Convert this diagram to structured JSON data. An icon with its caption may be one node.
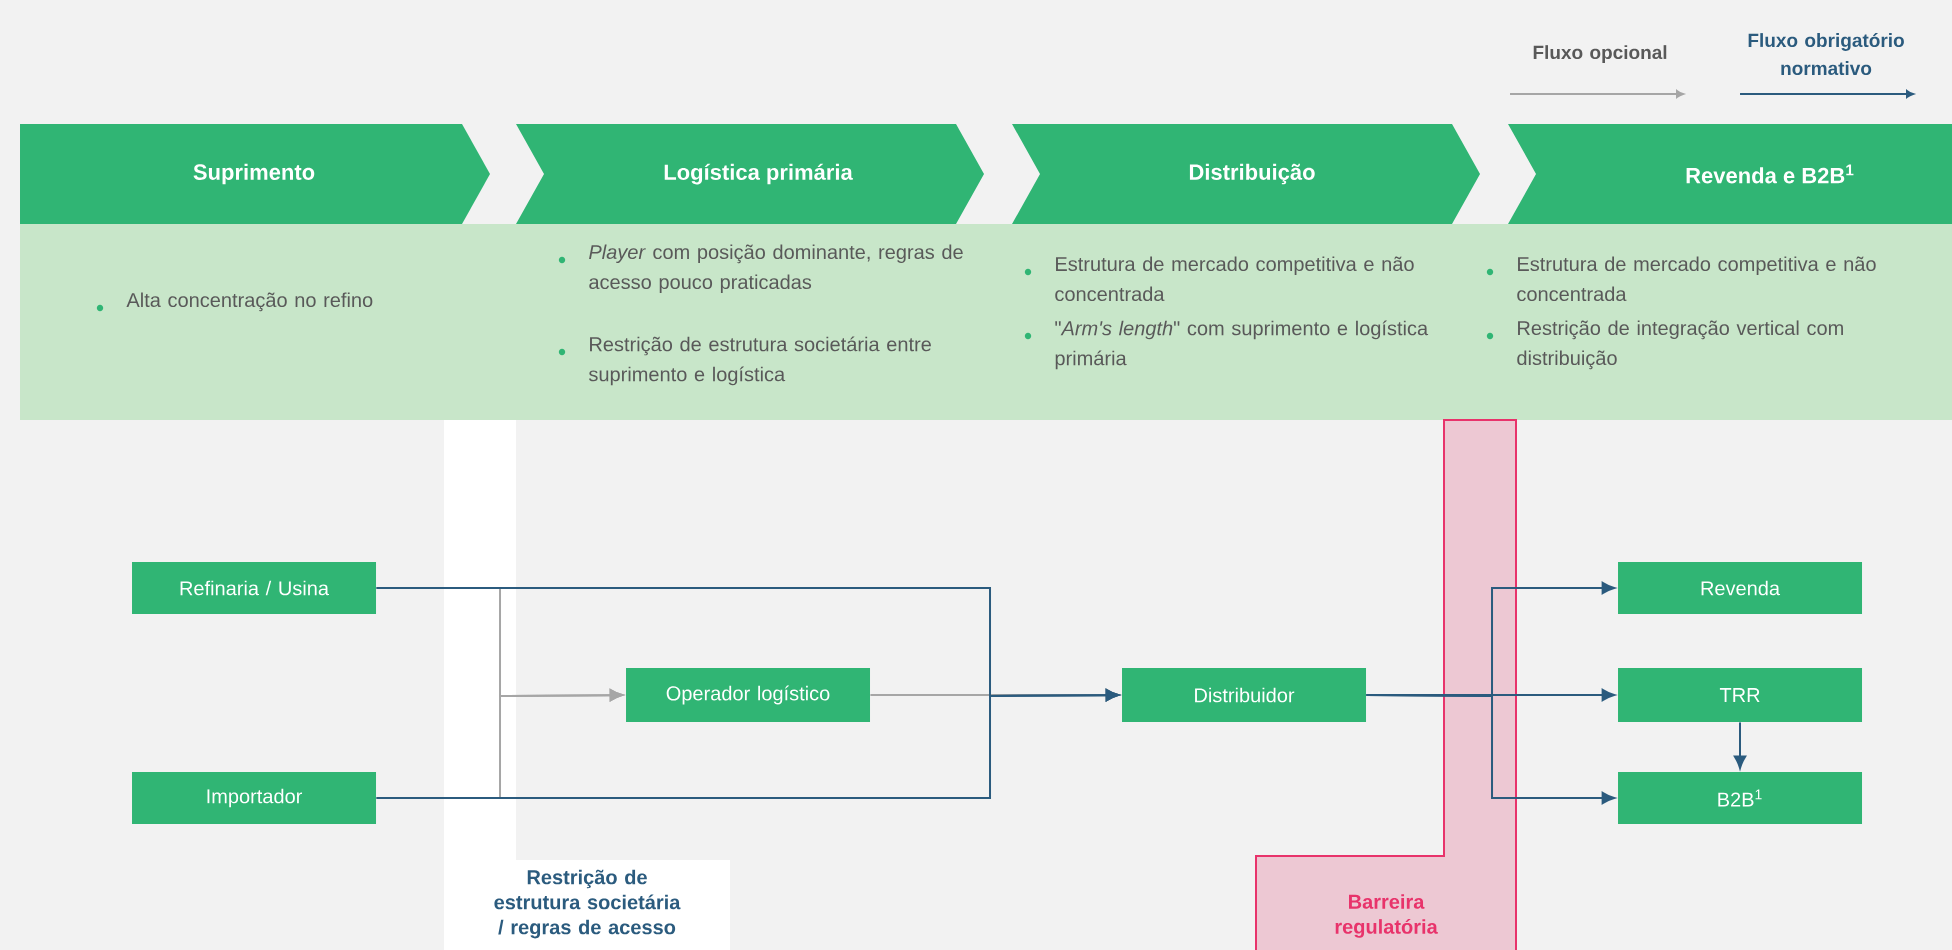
{
  "diagram": {
    "nodes": [
      {
        "text": [
          "Suprimento"
        ]
      },
      {
        "text": [
          "Logística primária"
        ]
      },
      {
        "text": [
          "Distribuição"
        ]
      },
      {
        "text": [
          "Revenda e B2B$^{1}$"
        ]
      },
      {
        "text": [
          "Refinaria / Usina"
        ]
      },
      {
        "text": [
          "Importador"
        ]
      },
      {
        "text": [
          "Operador logístico"
        ]
      },
      {
        "text": [
          "Distribuidor"
        ]
      },
      {
        "text": [
          "Revenda"
        ]
      },
      {
        "text": [
          "TRR"
        ]
      },
      {
        "text": [
          "B2B$^{1}$"
        ]
      }
    ],
    "edges": [
      {
        "from": 4,
        "to": 6,
        "arrow": "to",
        "color": "#a6a6a6"
      },
      {
        "from": 5,
        "to": 6,
        "arrow": "to",
        "color": "#a6a6a6"
      },
      {
        "from": 6,
        "to": 7,
        "arrow": "to",
        "color": "#a6a6a6"
      },
      {
        "from": 4,
        "to": 7,
        "arrow": "to"
      },
      {
        "from": 5,
        "to": 7,
        "arrow": "to"
      },
      {
        "from": 7,
        "to": 8,
        "arrow": "to"
      },
      {
        "from": 7,
        "to": 9,
        "arrow": "to"
      },
      {
        "from": 7,
        "to": 10,
        "arrow": "to"
      },
      {
        "from": 9,
        "to": 10,
        "arrow": "to"
      }
    ],
    "labels": [
      "Alta concentração no refino",
      "*Player* com posição dominante, regras de acesso pouco praticadas",
      "Restrição de estrutura societária entre suprimento e logística",
      "Estrutura de mercado competitiva e não concentrada",
      "\"*Arm's length*\" com suprimento e logística primária",
      "Estrutura de mercado competitiva e não concentrada",
      "Restrição de integração vertical com distribuição",
      "Restrição de estrutura societária / regras de acesso",
      "Barreira regulatória"
    ],
    "legend": [
      {
        "text": "Fluxo opcional"
      },
      {
        "text": "Fluxo obrigatório normativo"
      }
    ]
  }
}
